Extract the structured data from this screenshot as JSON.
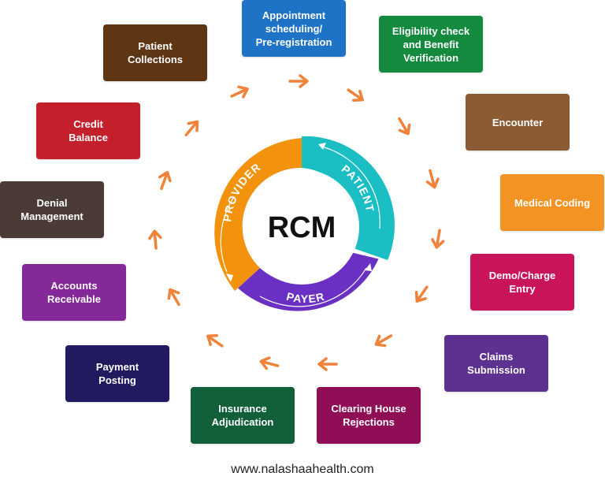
{
  "center": {
    "label": "RCM",
    "segments": [
      {
        "key": "provider",
        "label": "PROVIDER",
        "color": "#f3930d"
      },
      {
        "key": "patient",
        "label": "PATIENT",
        "color": "#1bbfc3"
      },
      {
        "key": "payer",
        "label": "PAYER",
        "color": "#6a2fc3"
      }
    ]
  },
  "arrow_color": "#f0823a",
  "steps": [
    {
      "label": "Appointment\nscheduling/\nPre-registration",
      "color": "#1f73c6"
    },
    {
      "label": "Eligibility check\nand Benefit\nVerification",
      "color": "#138a3e"
    },
    {
      "label": "Encounter",
      "color": "#8b5c34"
    },
    {
      "label": "Medical Coding",
      "color": "#f39323"
    },
    {
      "label": "Demo/Charge\nEntry",
      "color": "#c9135a"
    },
    {
      "label": "Claims\nSubmission",
      "color": "#5d3190"
    },
    {
      "label": "Clearing House\nRejections",
      "color": "#8f0e55"
    },
    {
      "label": "Insurance\nAdjudication",
      "color": "#11603a"
    },
    {
      "label": "Payment\nPosting",
      "color": "#221a5e"
    },
    {
      "label": "Accounts\nReceivable",
      "color": "#85289a"
    },
    {
      "label": "Denial\nManagement",
      "color": "#4a3b37"
    },
    {
      "label": "Credit\nBalance",
      "color": "#c3202c"
    },
    {
      "label": "Patient\nCollections",
      "color": "#5f3614"
    }
  ],
  "footer": "www.nalashaahealth.com"
}
